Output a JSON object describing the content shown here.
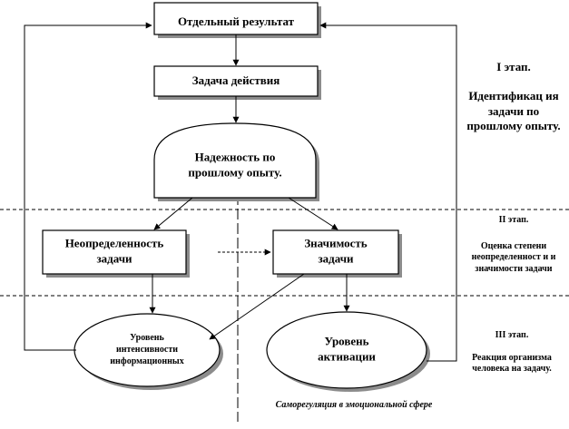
{
  "nodes": {
    "result": {
      "lines": [
        "Отдельный результат"
      ]
    },
    "task_action": {
      "lines": [
        "Задача действия"
      ]
    },
    "reliability": {
      "lines": [
        "Надежность по",
        "прошлому опыту."
      ]
    },
    "uncertainty": {
      "lines": [
        "Неопределенность",
        "задачи"
      ]
    },
    "significance": {
      "lines": [
        "Значимость",
        "задачи"
      ]
    },
    "info_intensity": {
      "lines": [
        "Уровень",
        "интенсивности",
        "информационных"
      ]
    },
    "activation": {
      "lines": [
        "Уровень",
        "активации"
      ]
    }
  },
  "stages": {
    "stage1": {
      "title": "I этап.",
      "body": "Идентификац ия задачи по прошлому опыту."
    },
    "stage2": {
      "title": "II этап.",
      "body": "Оценка степени неопределенност и и значимости задачи"
    },
    "stage3": {
      "title": "III этап.",
      "body": "Реакция организма человека на задачу."
    }
  },
  "caption": "Саморегуляция в эмоциональной сфере",
  "colors": {
    "stroke": "#000000",
    "shadow": "#8c8c8c",
    "fill": "#ffffff"
  }
}
